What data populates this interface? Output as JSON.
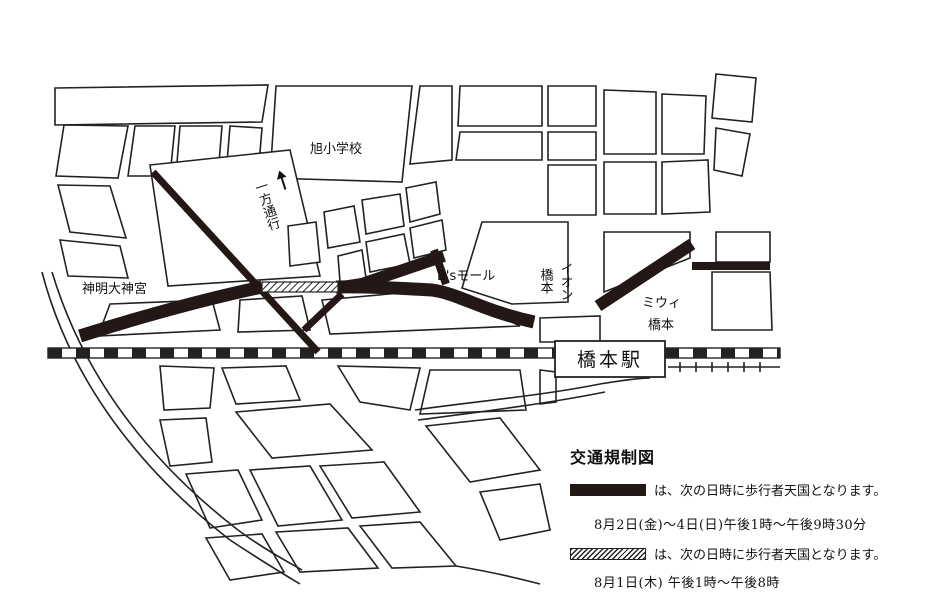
{
  "labels": {
    "school": "旭小学校",
    "one_way": "一方通行",
    "shrine": "神明大神宮",
    "bs_mall": "B'sモール",
    "aeon": "イオン",
    "aeon_sub": "橋本",
    "miwi": "ミウィ",
    "miwi_sub": "橋本",
    "station": "橋本駅"
  },
  "legend": {
    "title": "交通規制図",
    "solid_text": "は、次の日時に歩行者天国となります。",
    "solid_time": "8月2日(金)～4日(日)午後1時～午後9時30分",
    "hatched_text": "は、次の日時に歩行者天国となります。",
    "hatched_time": "8月1日(木) 午後1時～午後8時"
  },
  "colors": {
    "road_closed": "#231816",
    "outline": "#222222",
    "background": "#ffffff"
  },
  "icons": {
    "one_way_arrow": "arrow-up-icon",
    "hatched_swatch": "hatched-pattern",
    "solid_swatch": "solid-bar"
  }
}
